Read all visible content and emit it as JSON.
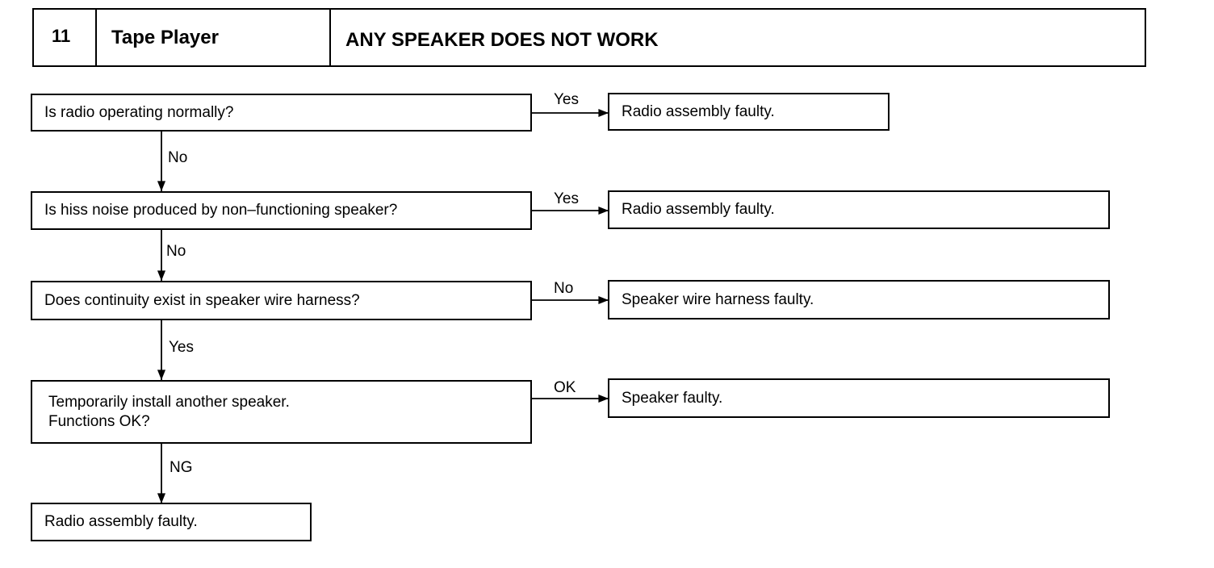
{
  "header": {
    "number": "11",
    "system": "Tape Player",
    "title": "ANY SPEAKER DOES NOT WORK"
  },
  "steps": [
    {
      "question": "Is radio operating normally?",
      "branch_label": "Yes",
      "result": "Radio assembly faulty.",
      "down_label": "No"
    },
    {
      "question": "Is hiss noise produced by non–functioning speaker?",
      "branch_label": "Yes",
      "result": "Radio assembly faulty.",
      "down_label": "No"
    },
    {
      "question": "Does continuity exist in speaker wire harness?",
      "branch_label": "No",
      "result": "Speaker wire harness faulty.",
      "down_label": "Yes"
    },
    {
      "question": "Temporarily install another speaker.\nFunctions OK?",
      "branch_label": "OK",
      "result": "Speaker faulty.",
      "down_label": "NG"
    }
  ],
  "final_result": "Radio assembly faulty."
}
